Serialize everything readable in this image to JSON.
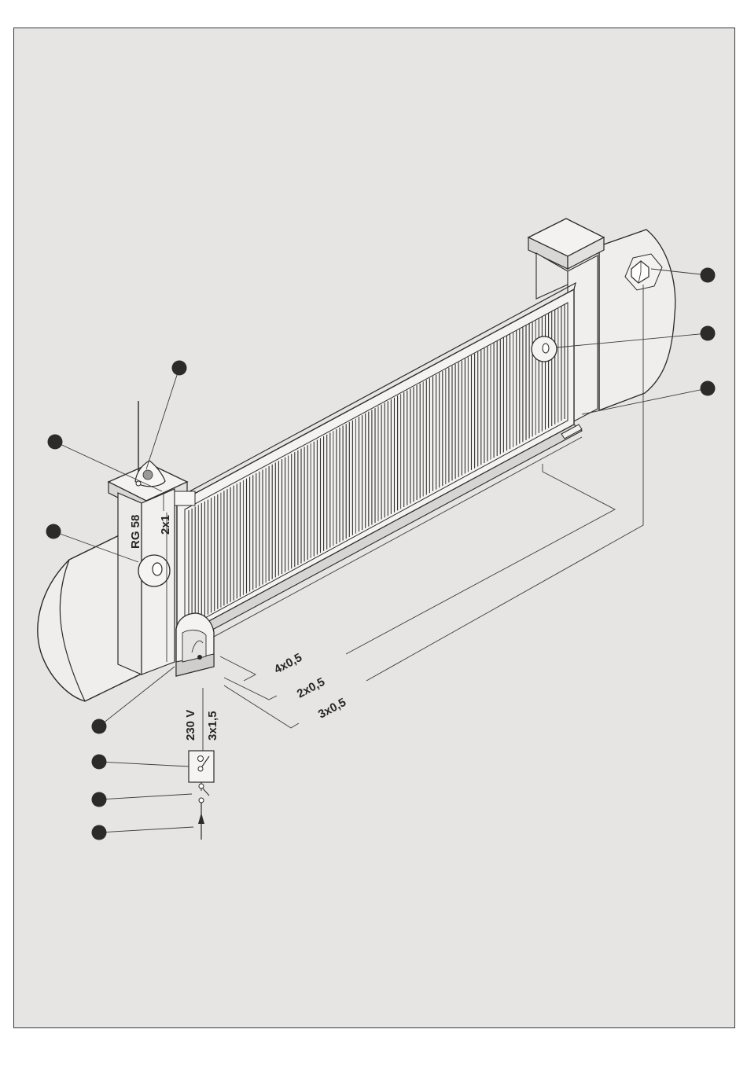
{
  "cables": {
    "rg58": "RG 58",
    "c2x1": "2x1",
    "c4x05": "4x0,5",
    "c2x05": "2x0,5",
    "c3x05": "3x0,5",
    "v230": "230 V",
    "c3x15": "3x1,5"
  },
  "colors": {
    "background": "#e6e5e3",
    "border": "#3a3a3a",
    "line": "#2a2a2a",
    "callout": "#3a3a3a"
  }
}
